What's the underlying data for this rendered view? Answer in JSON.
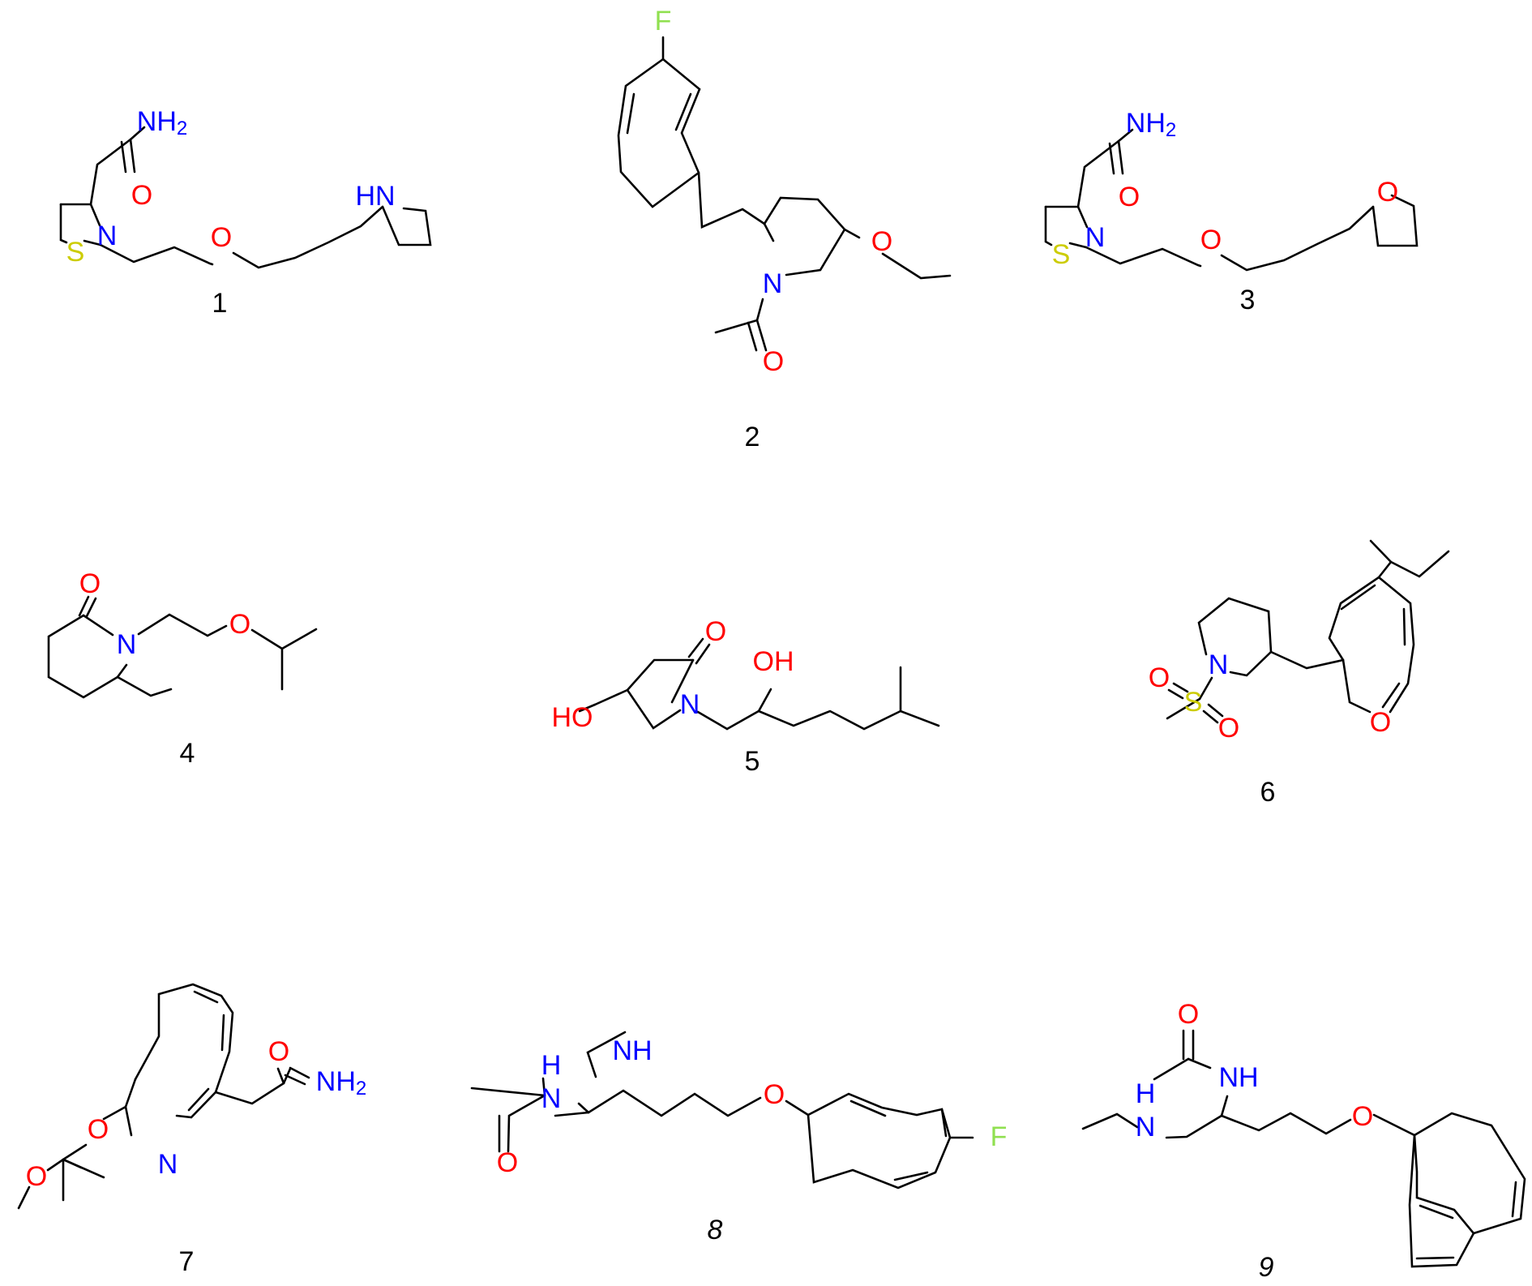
{
  "colors": {
    "N": "#0000ff",
    "O": "#ff0000",
    "S": "#cccc00",
    "F": "#90e050",
    "bond": "#000000"
  },
  "compounds": [
    {
      "label": "1",
      "italic": false,
      "atoms": [
        {
          "t": "NH",
          "sub": "2"
        },
        {
          "t": "O"
        },
        {
          "t": "S"
        },
        {
          "t": "N"
        },
        {
          "t": "O"
        },
        {
          "t": "HN"
        }
      ]
    },
    {
      "label": "2",
      "italic": false,
      "atoms": [
        {
          "t": "F"
        },
        {
          "t": "N"
        },
        {
          "t": "O"
        },
        {
          "t": "O"
        }
      ]
    },
    {
      "label": "3",
      "italic": false,
      "atoms": [
        {
          "t": "NH",
          "sub": "2"
        },
        {
          "t": "O"
        },
        {
          "t": "S"
        },
        {
          "t": "N"
        },
        {
          "t": "O"
        },
        {
          "t": "O"
        }
      ]
    },
    {
      "label": "4",
      "italic": false,
      "atoms": [
        {
          "t": "O"
        },
        {
          "t": "N"
        },
        {
          "t": "O"
        }
      ]
    },
    {
      "label": "5",
      "italic": false,
      "atoms": [
        {
          "t": "O"
        },
        {
          "t": "OH"
        },
        {
          "t": "HO"
        },
        {
          "t": "N"
        }
      ]
    },
    {
      "label": "6",
      "italic": false,
      "atoms": [
        {
          "t": "N"
        },
        {
          "t": "S"
        },
        {
          "t": "O"
        },
        {
          "t": "O"
        },
        {
          "t": "O"
        }
      ]
    },
    {
      "label": "7",
      "italic": false,
      "atoms": [
        {
          "t": "O"
        },
        {
          "t": "NH",
          "sub": "2"
        },
        {
          "t": "O"
        },
        {
          "t": "O"
        },
        {
          "t": "N"
        }
      ]
    },
    {
      "label": "8",
      "italic": true,
      "atoms": [
        {
          "t": "NH"
        },
        {
          "t": "H"
        },
        {
          "t": "N"
        },
        {
          "t": "O"
        },
        {
          "t": "O"
        },
        {
          "t": "F"
        }
      ]
    },
    {
      "label": "9",
      "italic": true,
      "atoms": [
        {
          "t": "O"
        },
        {
          "t": "NH"
        },
        {
          "t": "H"
        },
        {
          "t": "N"
        },
        {
          "t": "O"
        }
      ]
    }
  ]
}
